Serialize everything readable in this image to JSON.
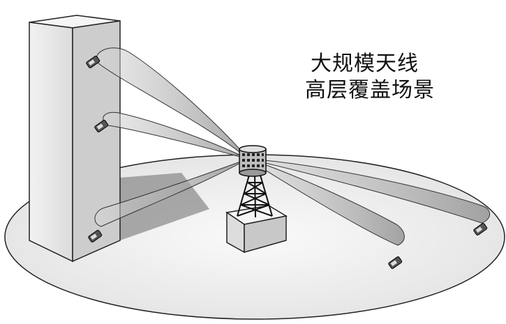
{
  "title": {
    "line1": "大规模天线",
    "line2": "高层覆盖场景"
  },
  "scene": {
    "ground": "elliptical-coverage-floor",
    "building": "high-rise-building",
    "base_station": "massive-mimo-antenna-tower",
    "users": [
      "user-phone-top",
      "user-phone-middle",
      "user-phone-lower",
      "user-phone-front",
      "user-phone-right"
    ]
  },
  "colors": {
    "ground": "#f1f1f1",
    "building_front": "#e6e6e6",
    "building_side": "#cfcfcf",
    "beam": "#9a9a9a",
    "outline": "#222222"
  }
}
